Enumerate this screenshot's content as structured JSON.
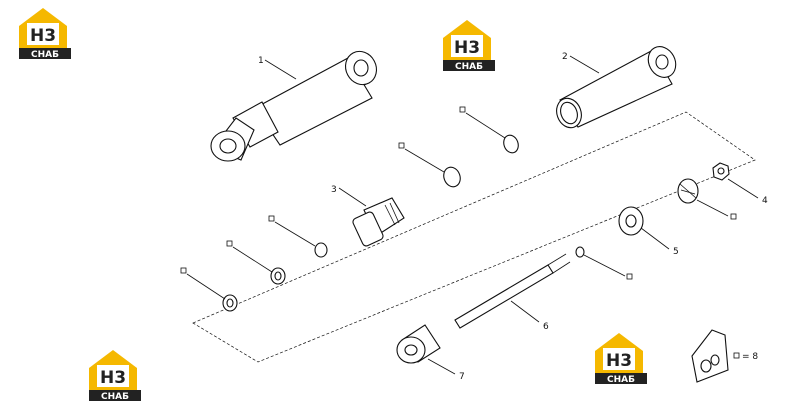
{
  "logo": {
    "top_text": "H3",
    "bottom_text": "CHAБ",
    "brand_color": "#f5b800"
  },
  "callouts": [
    "1",
    "2",
    "3",
    "4",
    "5",
    "6",
    "7"
  ],
  "legend": {
    "text": "= 8"
  }
}
